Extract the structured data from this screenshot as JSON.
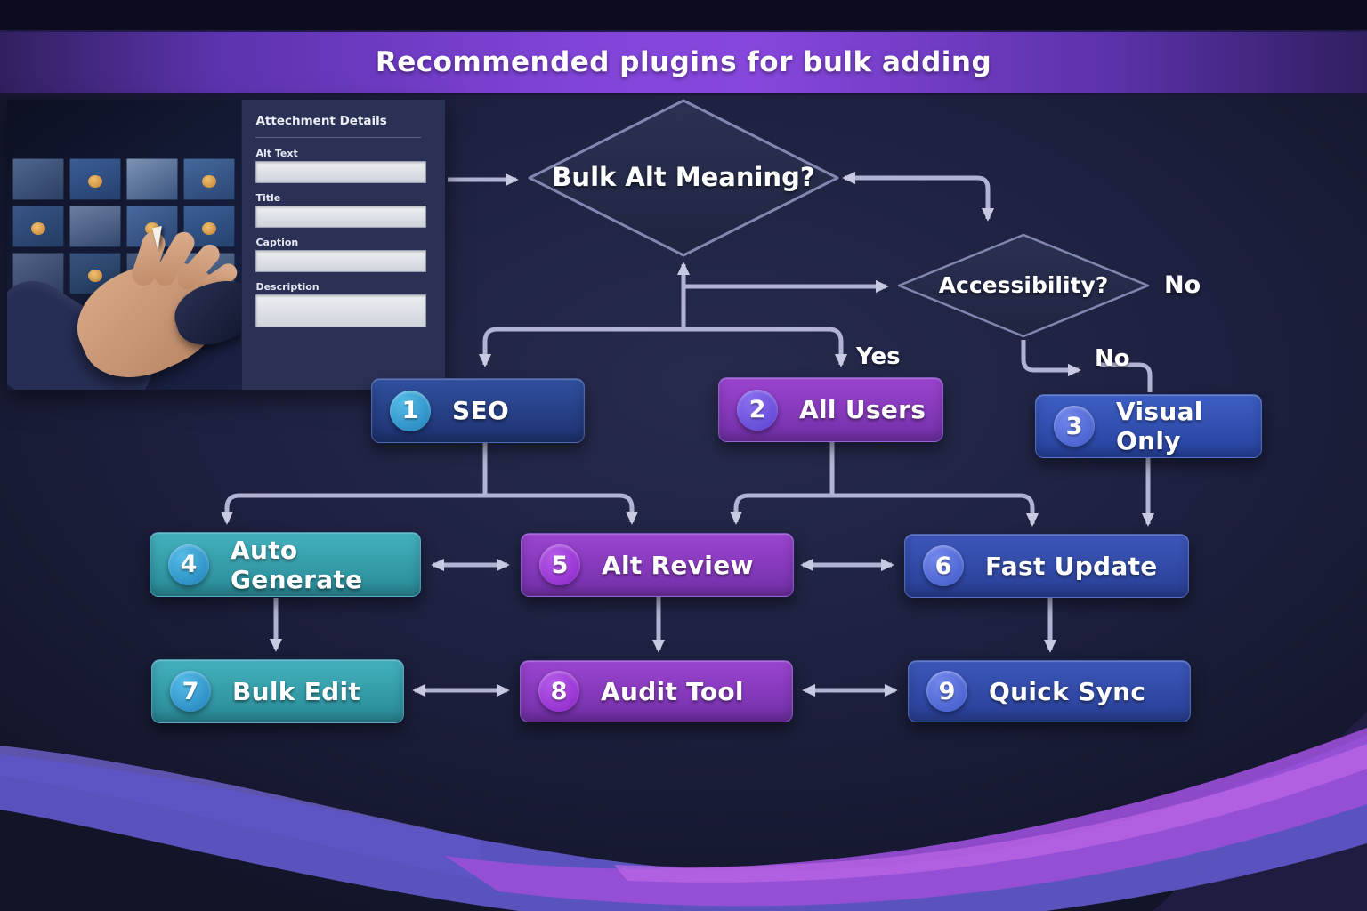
{
  "header": {
    "title": "Recommended plugins for bulk adding"
  },
  "inset": {
    "panel": {
      "title": "Attechment Details",
      "fields": [
        {
          "label": "Alt Text",
          "value": ""
        },
        {
          "label": "Title",
          "value": ""
        },
        {
          "label": "Caption",
          "value": ""
        },
        {
          "label": "Description",
          "value": ""
        }
      ]
    }
  },
  "flow": {
    "decisions": [
      {
        "label": "Bulk Alt Meaning?"
      },
      {
        "label": "Accessibility?",
        "right_label": "No"
      }
    ],
    "edge_labels": {
      "yes": "Yes",
      "no": "No"
    },
    "nodes": [
      {
        "number": "1",
        "label": "SEO"
      },
      {
        "number": "2",
        "label": "All Users"
      },
      {
        "number": "3",
        "label": "Visual Only"
      },
      {
        "number": "4",
        "label": "Auto Generate"
      },
      {
        "number": "5",
        "label": "Alt Review"
      },
      {
        "number": "6",
        "label": "Fast Update"
      },
      {
        "number": "7",
        "label": "Bulk Edit"
      },
      {
        "number": "8",
        "label": "Audit Tool"
      },
      {
        "number": "9",
        "label": "Quick Sync"
      }
    ]
  },
  "colors": {
    "banner_purple": "#8144d8",
    "background_navy": "#1e2140",
    "connector": "#b2b3d2",
    "node_navy_blue": "#30509f",
    "node_royal_blue": "#3c57ba",
    "node_purple": "#9b44d0",
    "node_teal": "#43b1be",
    "wave_violet": "#5e55c5",
    "wave_purple": "#9a4fd8",
    "wave_magenta": "#c06ae8"
  }
}
